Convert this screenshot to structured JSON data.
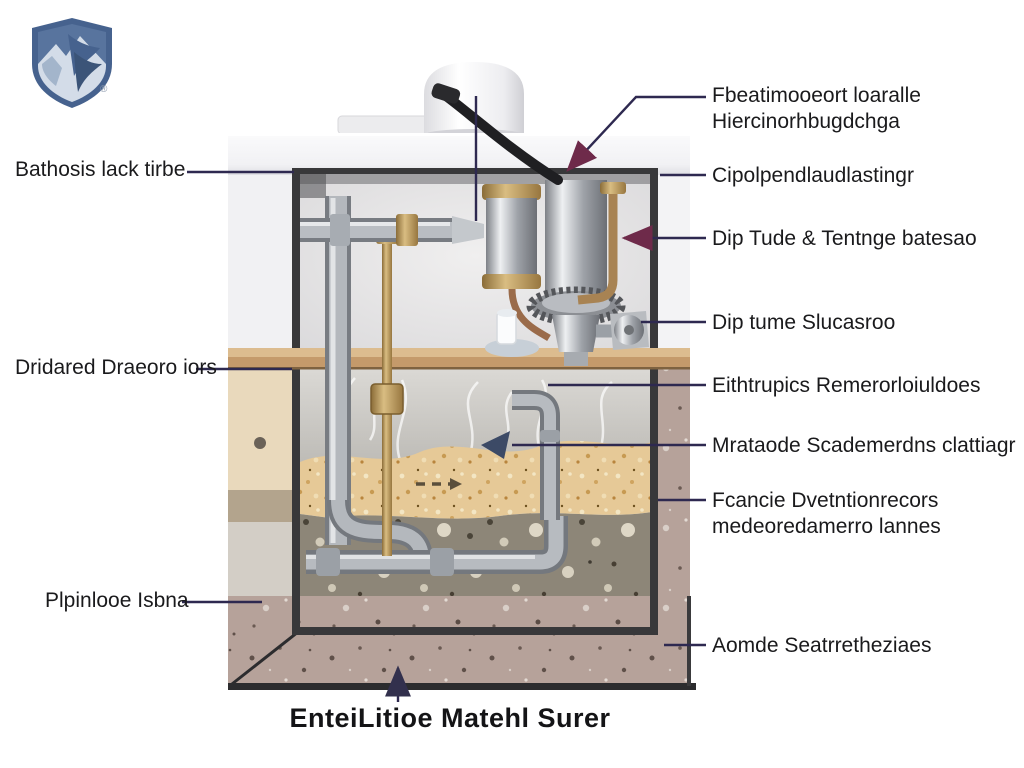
{
  "logo": {
    "name": "mountain-shield-logo",
    "registered_mark": "®",
    "colors": {
      "shield": "#46628e",
      "shield_dark": "#3b5478",
      "accent_light": "#b9c6d8"
    }
  },
  "diagram": {
    "left_labels": [
      {
        "text": "Bathosis lack tirbe"
      },
      {
        "text": "Dridared Draeoro iors"
      },
      {
        "text": "Plpinlooe Isbna"
      }
    ],
    "right_labels": [
      {
        "lines": [
          "Fbeatimooeort loaralle",
          "Hiercinorhbugdchga"
        ]
      },
      {
        "lines": [
          "Cipolpendlaudlastingr"
        ]
      },
      {
        "lines": [
          "Dip Tude & Tentnge batesao"
        ]
      },
      {
        "lines": [
          "Dip tume Slucasroo"
        ]
      },
      {
        "lines": [
          "Eithtrupics Remerorloiuldoes"
        ]
      },
      {
        "lines": [
          "Mrataode Scademerdns clattiagr"
        ]
      },
      {
        "lines": [
          "Fcancie Dvetntionrecors",
          "medeoredamerro lannes"
        ]
      },
      {
        "lines": [
          "Aomde Seatrretheziaes"
        ]
      }
    ],
    "bottom_caption": "EnteiLitioe Matehl Surer",
    "colors": {
      "leader_line": "#2e2950",
      "arrowhead_maroon": "#6e2a4a",
      "arrowhead_navy": "#3c4a66",
      "label_text": "#1a1a1c",
      "frame": "#38383a",
      "wood": "#dcbc8f",
      "resin": "#e6c997",
      "base_concrete": "#b6a29a",
      "inner_concrete": "#8d8678"
    }
  }
}
